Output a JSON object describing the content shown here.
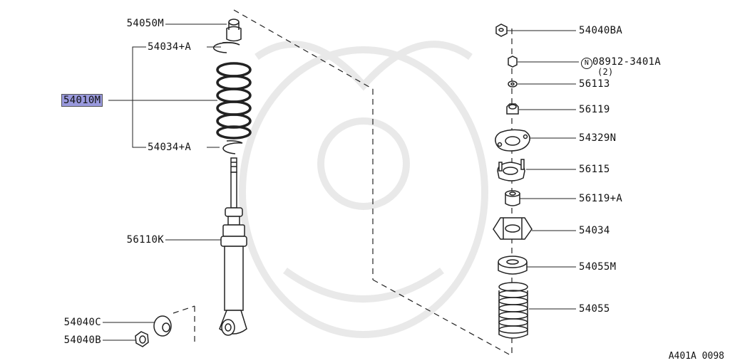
{
  "labels": {
    "bump_stop_top": "54050M",
    "spring_seat_upper": "54034+A",
    "spring_assembly": "54010M",
    "spring_seat_lower": "54034+A",
    "shock_absorber": "56110K",
    "washer_lower": "54040C",
    "nut_lower": "54040B",
    "nut_top": "54040BA",
    "nut_n_circle": "N",
    "nut_n": "08912-3401A",
    "nut_n_qty": "(2)",
    "washer_top": "56113",
    "bushing_upper": "56119",
    "plate": "54329N",
    "mount_bracket": "56115",
    "bushing_lower": "56119+A",
    "insulator": "54034",
    "bound_bumper": "54055M",
    "dust_boot": "54055"
  },
  "diagram_ref": "A401A 0098",
  "colors": {
    "highlight": "#9999dd",
    "line": "#222222"
  }
}
